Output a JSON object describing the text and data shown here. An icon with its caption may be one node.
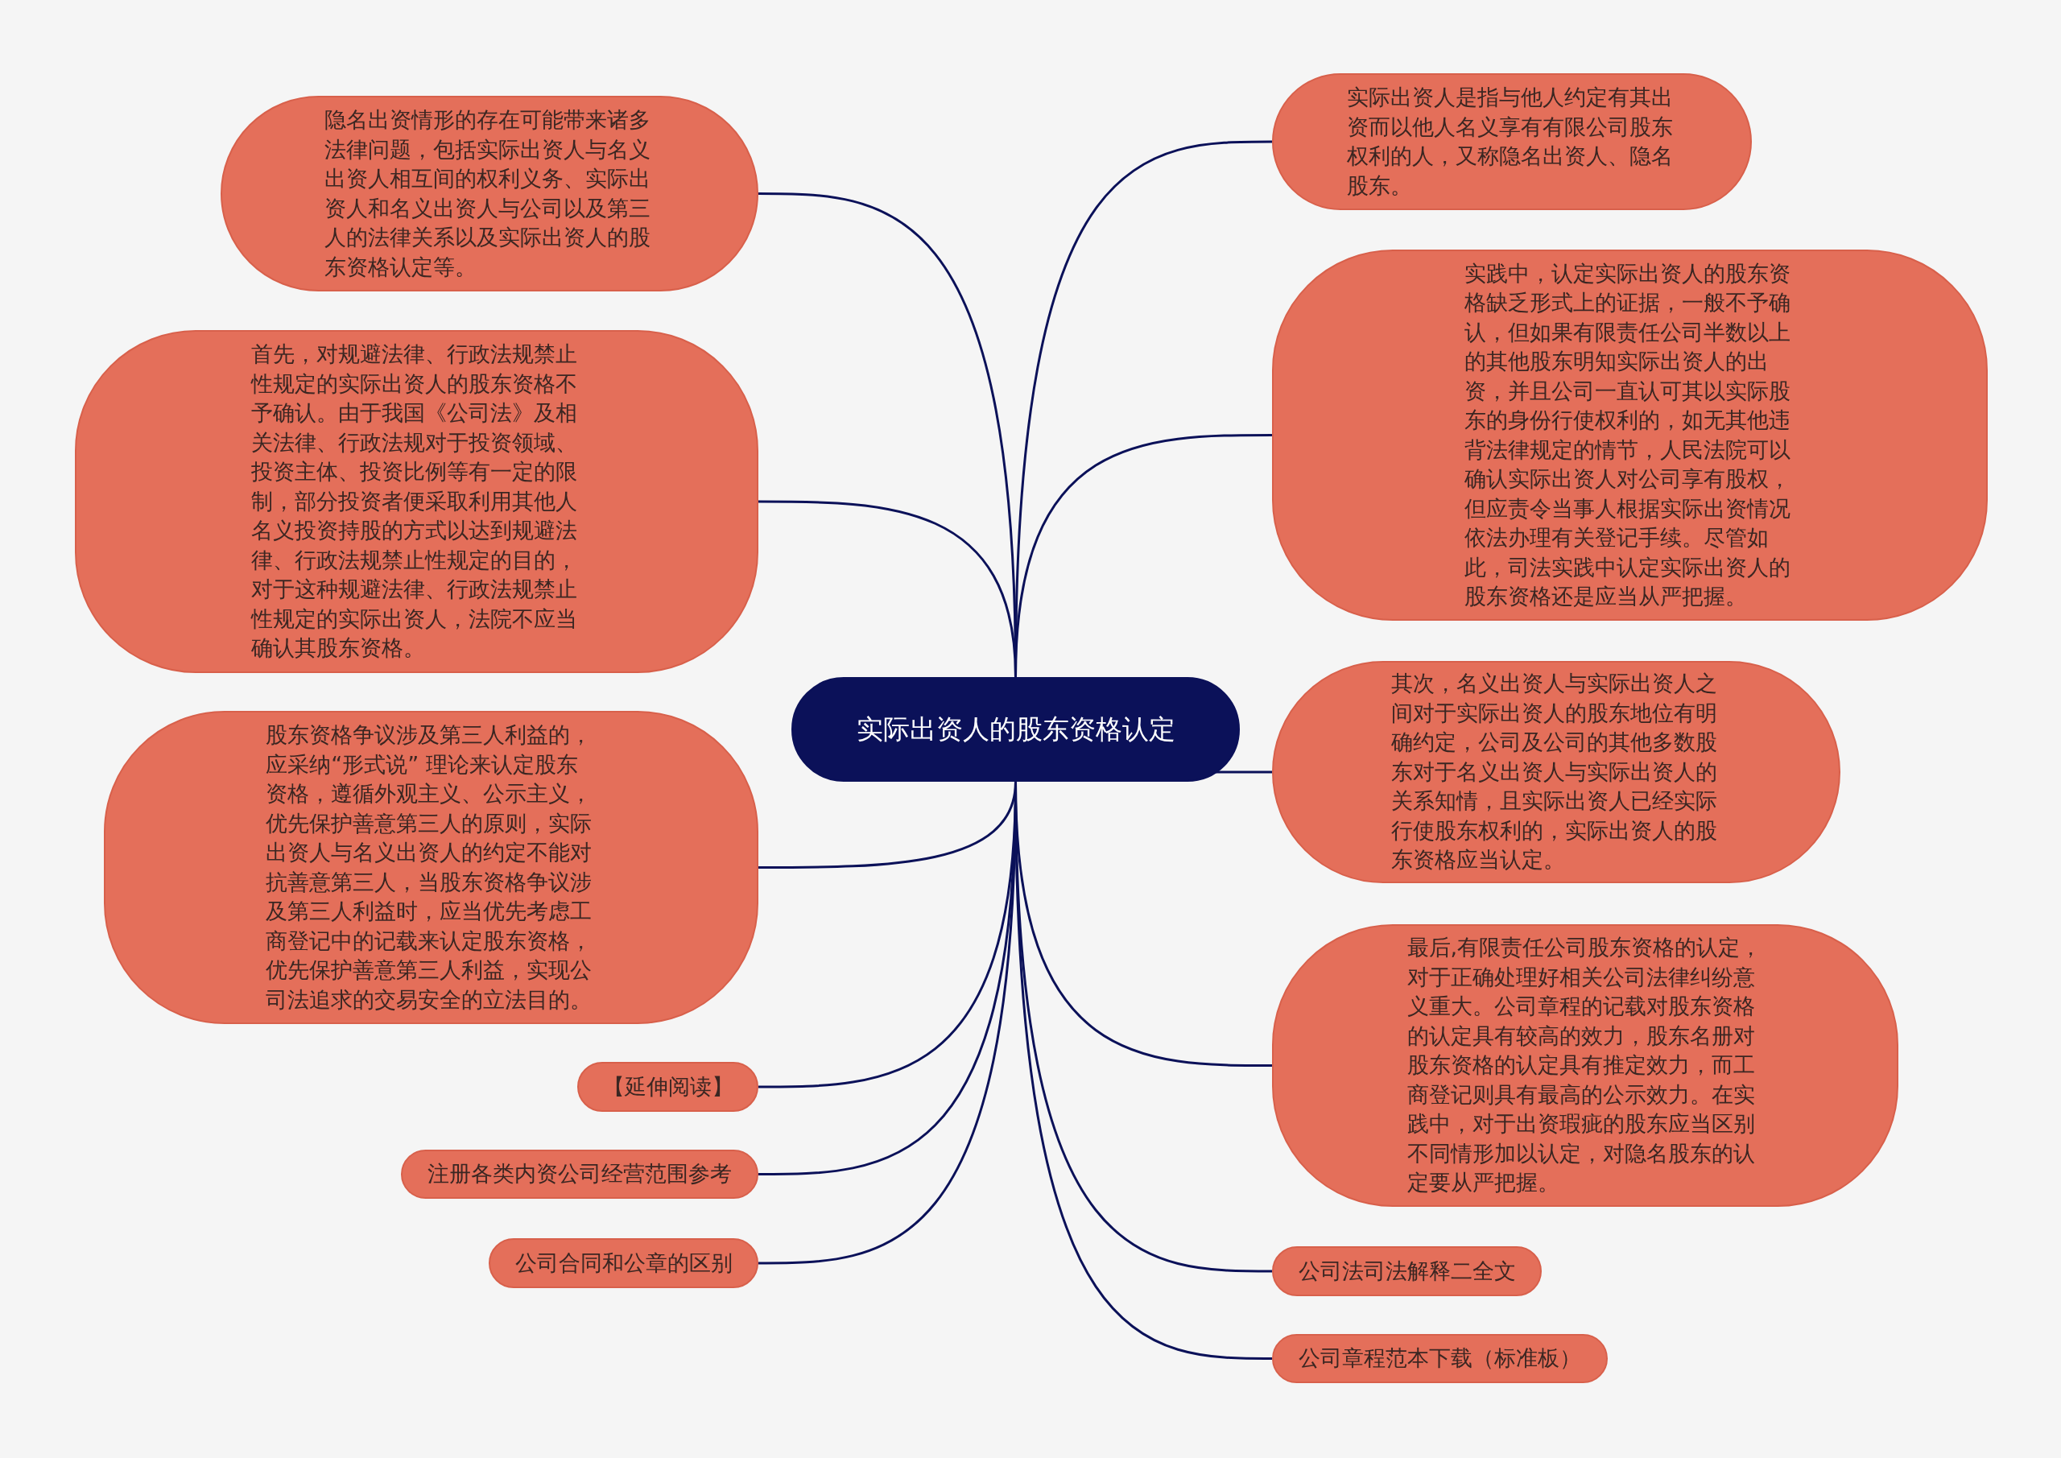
{
  "diagram": {
    "nodes": [
      {
        "text": [
          "实际出资人的股东资格认定"
        ]
      },
      {
        "text": [
          "隐名出资情形的存在可能带来诸多法律问题，包括实际出资人与名义出资人相互间的权利义务、实际出资人和名义出资人与公司以及第三人的法律关系以及实际出资人的股东资格认定等。"
        ]
      },
      {
        "text": [
          "首先，对规避法律、行政法规禁止性规定的实际出资人的股东资格不予确认。由于我国《公司法》及相关法律、行政法规对于投资领域、投资主体、投资比例等有一定的限制，部分投资者便采取利用其他人名义投资持股的方式以达到规避法律、行政法规禁止性规定的目的，对于这种规避法律、行政法规禁止性规定的实际出资人，法院不应当确认其股东资格。"
        ]
      },
      {
        "text": [
          "股东资格争议涉及第三人利益的，应采纳“形式说” 理论来认定股东资格，遵循外观主义、公示主义，优先保护善意第三人的原则，实际出资人与名义出资人的约定不能对抗善意第三人，当股东资格争议涉及第三人利益时，应当优先考虑工商登记中的记载来认定股东资格，优先保护善意第三人利益，实现公司法追求的交易安全的立法目的。"
        ]
      },
      {
        "text": [
          "【延伸阅读】"
        ]
      },
      {
        "text": [
          "注册各类内资公司经营范围参考"
        ]
      },
      {
        "text": [
          "公司合同和公章的区别"
        ]
      },
      {
        "text": [
          "实际出资人是指与他人约定有其出资而以他人名义享有有限公司股东权利的人，又称隐名出资人、隐名股东。"
        ]
      },
      {
        "text": [
          "实践中，认定实际出资人的股东资格缺乏形式上的证据，一般不予确认，但如果有限责任公司半数以上的其他股东明知实际出资人的出资，并且公司一直认可其以实际股东的身份行使权利的，如无其他违背法律规定的情节，人民法院可以确认实际出资人对公司享有股权，但应责令当事人根据实际出资情况依法办理有关登记手续。尽管如此，司法实践中认定实际出资人的股东资格还是应当从严把握。"
        ]
      },
      {
        "text": [
          "其次，名义出资人与实际出资人之间对于实际出资人的股东地位有明确约定，公司及公司的其他多数股东对于名义出资人与实际出资人的关系知情，且实际出资人已经实际行使股东权利的，实际出资人的股东资格应当认定。"
        ]
      },
      {
        "text": [
          "最后,有限责任公司股东资格的认定，对于正确处理好相关公司法律纠纷意义重大。公司章程的记载对股东资格的认定具有较高的效力，股东名册对股东资格的认定具有推定效力，而工商登记则具有最高的公示效力。在实践中，对于出资瑕疵的股东应当区别不同情形加以认定，对隐名股东的认定要从严把握。"
        ]
      },
      {
        "text": [
          "公司法司法解释二全文"
        ]
      },
      {
        "text": [
          "公司章程范本下载（标准板）"
        ]
      }
    ],
    "edges": [
      {
        "from": 0,
        "to": 1,
        "arrow": "none"
      },
      {
        "from": 0,
        "to": 2,
        "arrow": "none"
      },
      {
        "from": 0,
        "to": 3,
        "arrow": "none"
      },
      {
        "from": 0,
        "to": 4,
        "arrow": "none"
      },
      {
        "from": 0,
        "to": 5,
        "arrow": "none"
      },
      {
        "from": 0,
        "to": 6,
        "arrow": "none"
      },
      {
        "from": 0,
        "to": 7,
        "arrow": "none"
      },
      {
        "from": 0,
        "to": 8,
        "arrow": "none"
      },
      {
        "from": 0,
        "to": 9,
        "arrow": "none"
      },
      {
        "from": 0,
        "to": 10,
        "arrow": "none"
      },
      {
        "from": 0,
        "to": 11,
        "arrow": "none"
      },
      {
        "from": 0,
        "to": 12,
        "arrow": "none"
      }
    ]
  }
}
